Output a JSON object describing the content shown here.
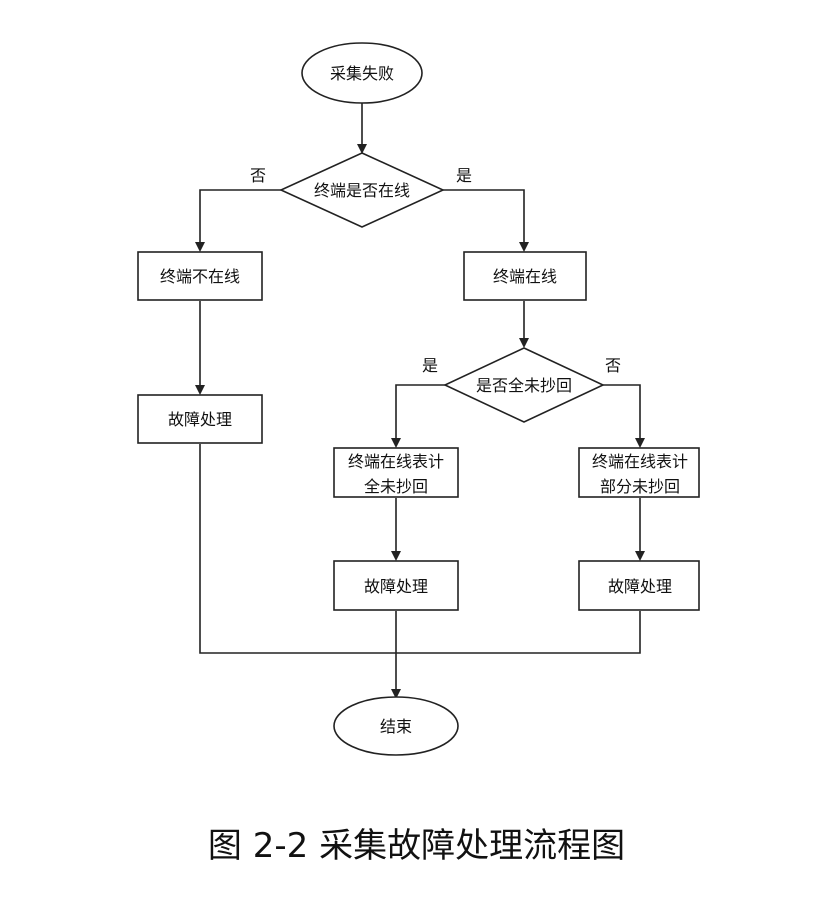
{
  "nodes": {
    "start": "采集失败",
    "decision_online": "终端是否在线",
    "offline": "终端不在线",
    "online": "终端在线",
    "fault_left": "故障处理",
    "decision_all": "是否全未抄回",
    "all_missing_line1": "终端在线表计",
    "all_missing_line2": "全未抄回",
    "partial_missing_line1": "终端在线表计",
    "partial_missing_line2": "部分未抄回",
    "fault_mid": "故障处理",
    "fault_right": "故障处理",
    "end": "结束"
  },
  "edge_labels": {
    "online_no": "否",
    "online_yes": "是",
    "all_yes": "是",
    "all_no": "否"
  },
  "caption": "图 2-2  采集故障处理流程图"
}
